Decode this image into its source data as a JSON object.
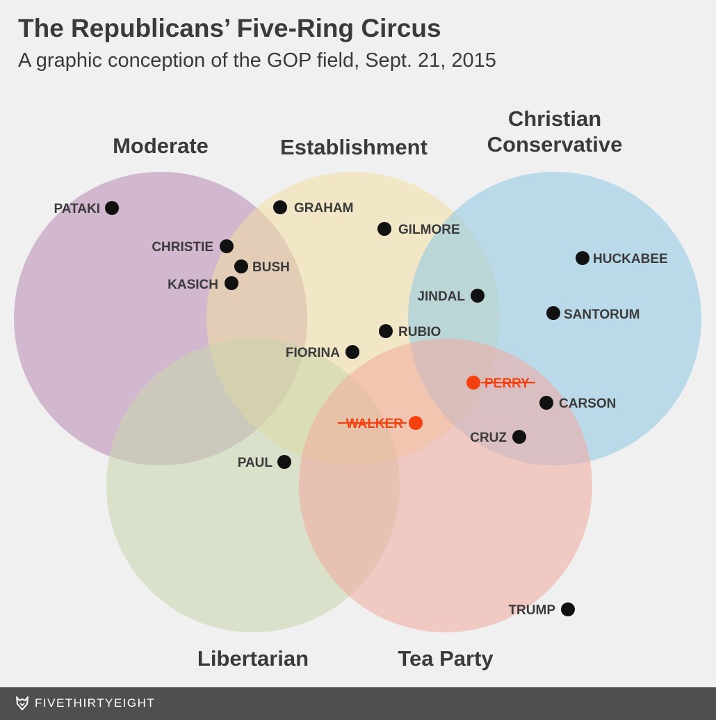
{
  "header": {
    "title": "The Republicans’ Five-Ring Circus",
    "subtitle": "A graphic conception of the GOP field, Sept. 21, 2015"
  },
  "colors": {
    "moderate": "#b88bb5",
    "establishment": "#f2dfa4",
    "christian_conservative": "#8ec8e6",
    "libertarian": "#c9d6ab",
    "tea_party": "#f3a99e",
    "active_dot": "#111111",
    "dropped_out": "#f5400f"
  },
  "rings": [
    {
      "id": "moderate",
      "label_lines": [
        "Moderate"
      ]
    },
    {
      "id": "establishment",
      "label_lines": [
        "Establishment"
      ]
    },
    {
      "id": "christian_conservative",
      "label_lines": [
        "Christian",
        "Conservative"
      ]
    },
    {
      "id": "libertarian",
      "label_lines": [
        "Libertarian"
      ]
    },
    {
      "id": "tea_party",
      "label_lines": [
        "Tea Party"
      ]
    }
  ],
  "candidates": [
    {
      "name": "PATAKI",
      "dropped": false
    },
    {
      "name": "GRAHAM",
      "dropped": false
    },
    {
      "name": "GILMORE",
      "dropped": false
    },
    {
      "name": "CHRISTIE",
      "dropped": false
    },
    {
      "name": "BUSH",
      "dropped": false
    },
    {
      "name": "KASICH",
      "dropped": false
    },
    {
      "name": "HUCKABEE",
      "dropped": false
    },
    {
      "name": "JINDAL",
      "dropped": false
    },
    {
      "name": "SANTORUM",
      "dropped": false
    },
    {
      "name": "RUBIO",
      "dropped": false
    },
    {
      "name": "FIORINA",
      "dropped": false
    },
    {
      "name": "PERRY",
      "dropped": true
    },
    {
      "name": "CARSON",
      "dropped": false
    },
    {
      "name": "WALKER",
      "dropped": true
    },
    {
      "name": "CRUZ",
      "dropped": false
    },
    {
      "name": "PAUL",
      "dropped": false
    },
    {
      "name": "TRUMP",
      "dropped": false
    }
  ],
  "footer": {
    "brand": "FIVETHIRTYEIGHT",
    "logo_icon": "fox-logo-icon"
  }
}
